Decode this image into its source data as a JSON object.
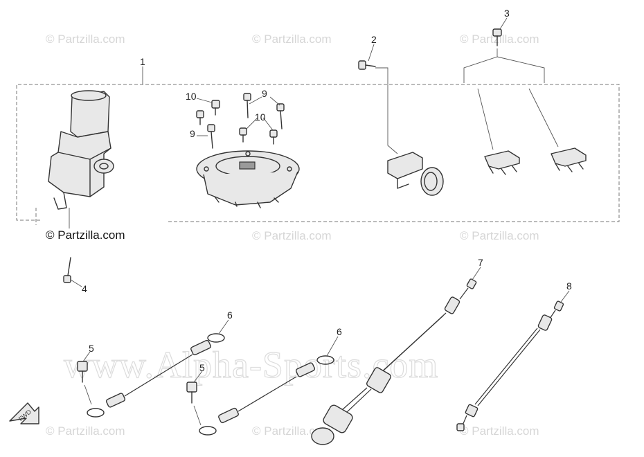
{
  "copyright_label": "© Partzilla.com",
  "watermarks": {
    "partzilla": "© Partzilla.com",
    "alpha": "www.Alpha-Sports.com"
  },
  "callouts": {
    "c1": "1",
    "c2": "2",
    "c3": "3",
    "c4": "4",
    "c5a": "5",
    "c5b": "5",
    "c6a": "6",
    "c6b": "6",
    "c7": "7",
    "c8": "8",
    "c9a": "9",
    "c9b": "9",
    "c10a": "10",
    "c10b": "10"
  },
  "direction_marker": "FWD"
}
